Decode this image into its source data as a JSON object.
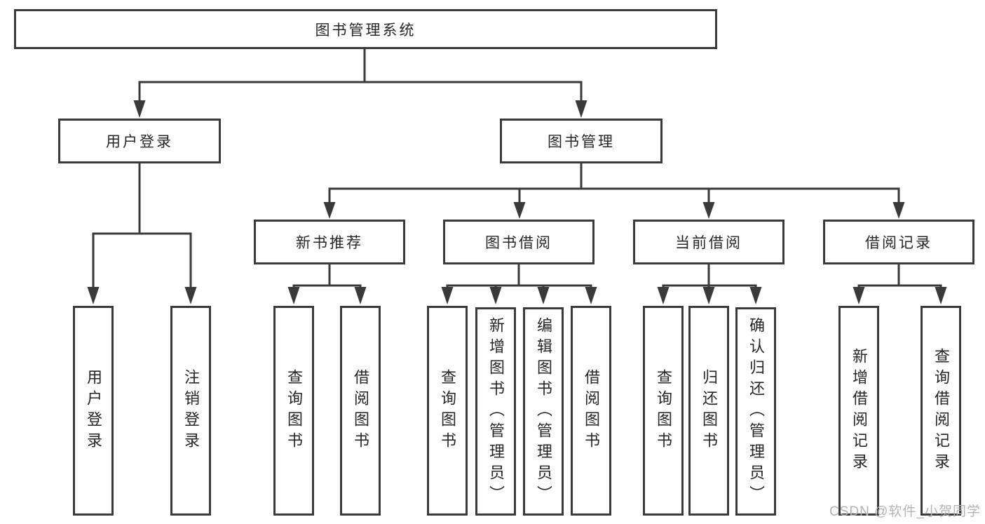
{
  "diagram": {
    "root": {
      "label": "图书管理系统"
    },
    "branches": [
      {
        "label": "用户登录",
        "children": [
          {
            "label": "用户登录"
          },
          {
            "label": "注销登录"
          }
        ]
      },
      {
        "label": "图书管理",
        "children": [
          {
            "label": "新书推荐",
            "children": [
              {
                "label": "查询图书"
              },
              {
                "label": "借阅图书"
              }
            ]
          },
          {
            "label": "图书借阅",
            "children": [
              {
                "label": "查询图书"
              },
              {
                "label": "新增图书（管理员）"
              },
              {
                "label": "编辑图书（管理员）"
              },
              {
                "label": "借阅图书"
              }
            ]
          },
          {
            "label": "当前借阅",
            "children": [
              {
                "label": "查询图书"
              },
              {
                "label": "归还图书"
              },
              {
                "label": "确认归还（管理员）"
              }
            ]
          },
          {
            "label": "借阅记录",
            "children": [
              {
                "label": "新增借阅记录"
              },
              {
                "label": "查询借阅记录"
              }
            ]
          }
        ]
      }
    ]
  },
  "watermark": "CSDN @软件_小贺同学",
  "colors": {
    "line": "#3a3a3a",
    "text": "#262626",
    "watermark": "#b3b3b3",
    "background": "#ffffff"
  }
}
